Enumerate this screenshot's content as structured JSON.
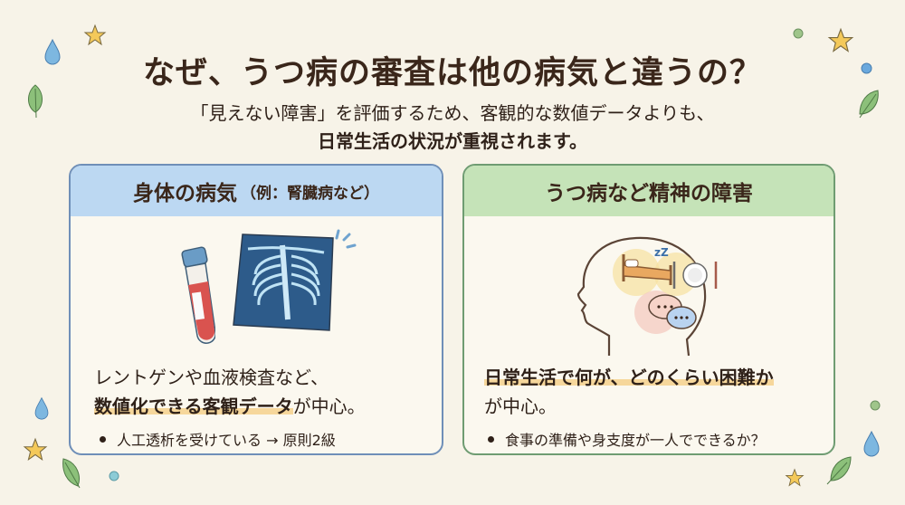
{
  "title": "なぜ、うつ病の審査は他の病気と違うの？",
  "subtitle": {
    "line1": "「見えない障害」を評価するため、客観的な数値データよりも、",
    "line2": "日常生活の状況が重視されます。"
  },
  "cards": [
    {
      "header_main": "身体の病気",
      "header_sub": "（例：腎臓病など）",
      "header_color": "#bcd8f2",
      "border_color": "#6f8fb8",
      "illustration": [
        "blood-test-tube-icon",
        "chest-xray-icon"
      ],
      "text_line1": "レントゲンや血液検査など、",
      "text_highlight": "数値化できる客観データ",
      "text_tail": "が中心。",
      "bullet": "人工透析を受けている → 原則2級"
    },
    {
      "header_main": "うつ病など精神の障害",
      "header_color": "#c5e3b8",
      "border_color": "#6f9c72",
      "illustration": [
        "head-silhouette-icon",
        "bed-sleep-icon",
        "plate-cutlery-icon",
        "speech-bubbles-icon"
      ],
      "text_highlight": "日常生活で何が、どのくらい困難か",
      "text_tail": "が中心。",
      "bullet": "食事の準備や身支度が一人でできるか？"
    }
  ],
  "colors": {
    "background": "#f7f3e8",
    "highlight": "#f6d79b",
    "text": "#2f2119"
  }
}
